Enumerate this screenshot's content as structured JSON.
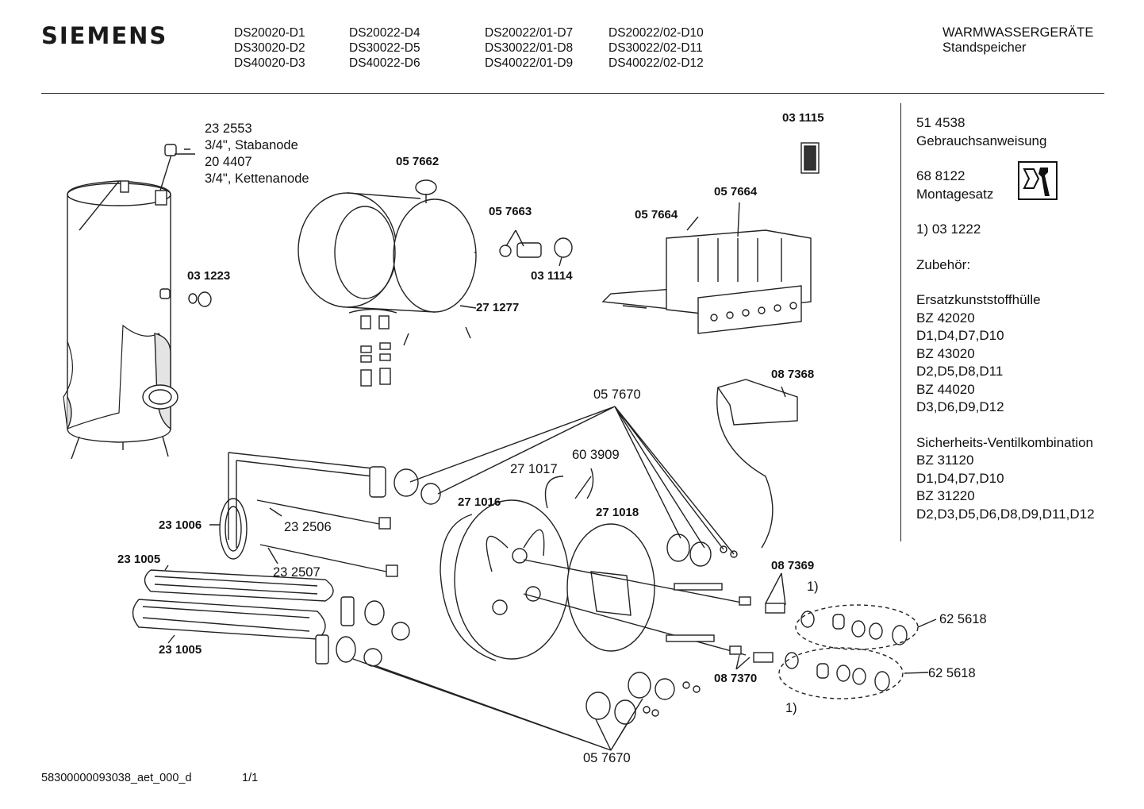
{
  "header": {
    "brand": "SIEMENS",
    "models_col1": [
      "DS20020-D1",
      "DS30020-D2",
      "DS40020-D3"
    ],
    "models_col2": [
      "DS20022-D4",
      "DS30022-D5",
      "DS40022-D6"
    ],
    "models_col3": [
      "DS20022/01-D7",
      "DS30022/01-D8",
      "DS40022/01-D9"
    ],
    "models_col4": [
      "DS20022/02-D10",
      "DS30022/02-D11",
      "DS40022/02-D12"
    ],
    "category": "WARMWASSERGERÄTE",
    "subcategory": "Standspeicher"
  },
  "sidebar": {
    "manual_code": "51 4538",
    "manual_label": "Gebrauchsanweisung",
    "mount_code": "68 8122",
    "mount_label": "Montagesatz",
    "note1": "1) 03 1222",
    "accessories_label": "Zubehör:",
    "hull_label": "Ersatzkunststoffhülle",
    "hull_items": [
      "BZ 42020",
      "D1,D4,D7,D10",
      "BZ 43020",
      "D2,D5,D8,D11",
      "BZ 44020",
      "D3,D6,D9,D12"
    ],
    "valve_label": "Sicherheits-Ventilkombination",
    "valve_items": [
      "BZ 31120",
      "D1,D4,D7,D10",
      "BZ 31220",
      "D2,D3,D5,D6,D8,D9,D11,D12"
    ]
  },
  "parts": {
    "anode_code1": "23 2553",
    "anode_desc1": "3/4\", Stabanode",
    "anode_code2": "20 4407",
    "anode_desc2": "3/4\", Kettenanode",
    "p031223": "03 1223",
    "p057662": "05 7662",
    "p057663": "05 7663",
    "p031114": "03 1114",
    "p271277": "27 1277",
    "p031115": "03 1115",
    "p057664a": "05 7664",
    "p057664b": "05 7664",
    "p087368": "08 7368",
    "p057670a": "05 7670",
    "p603909": "60 3909",
    "p271017": "27 1017",
    "p271016": "27 1016",
    "p271018": "27 1018",
    "p231006": "23 1006",
    "p232506": "23 2506",
    "p232507": "23 2507",
    "p231005a": "23 1005",
    "p231005b": "23 1005",
    "p087369": "08 7369",
    "p087370": "08 7370",
    "p625618a": "62 5618",
    "p625618b": "62 5618",
    "note_a": "1)",
    "note_b": "1)",
    "p057670b": "05 7670"
  },
  "footer": {
    "doc_id": "58300000093038_aet_000_d",
    "page": "1/1"
  }
}
